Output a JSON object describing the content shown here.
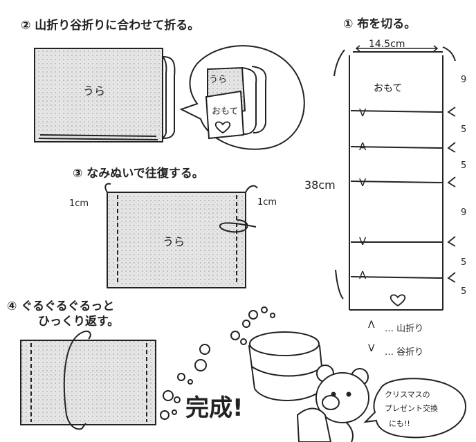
{
  "steps": {
    "step1": "① 布を切る。",
    "step2": "② 山折り谷折りに合わせて折る。",
    "step3": "③ なみぬいで往復する。",
    "step4_line1": "④ ぐるぐるぐるっと",
    "step4_line2": "ひっくり返す。"
  },
  "fabric": {
    "width_label": "14.5cm",
    "height_label": "38cm",
    "face_label": "おもて",
    "marks": [
      "V",
      "A",
      "V",
      "V",
      "A"
    ],
    "segments": [
      "9",
      "5",
      "5",
      "9",
      "5",
      "5"
    ]
  },
  "legend": {
    "mountain_symbol": "Λ",
    "mountain_text": "… 山折り",
    "valley_symbol": "V",
    "valley_text": "… 谷折り"
  },
  "step2_labels": {
    "back": "うら",
    "back_small": "うら",
    "front": "おもて"
  },
  "step3_labels": {
    "seam_left": "1cm",
    "seam_right": "1cm",
    "back": "うら"
  },
  "finale": {
    "done": "完成!",
    "bubble_line1": "クリスマスの",
    "bubble_line2": "プレゼント交換",
    "bubble_line3": "にも!!"
  },
  "colors": {
    "ink": "#222222",
    "paper": "#ffffff",
    "texture": "#bdbdbd"
  }
}
